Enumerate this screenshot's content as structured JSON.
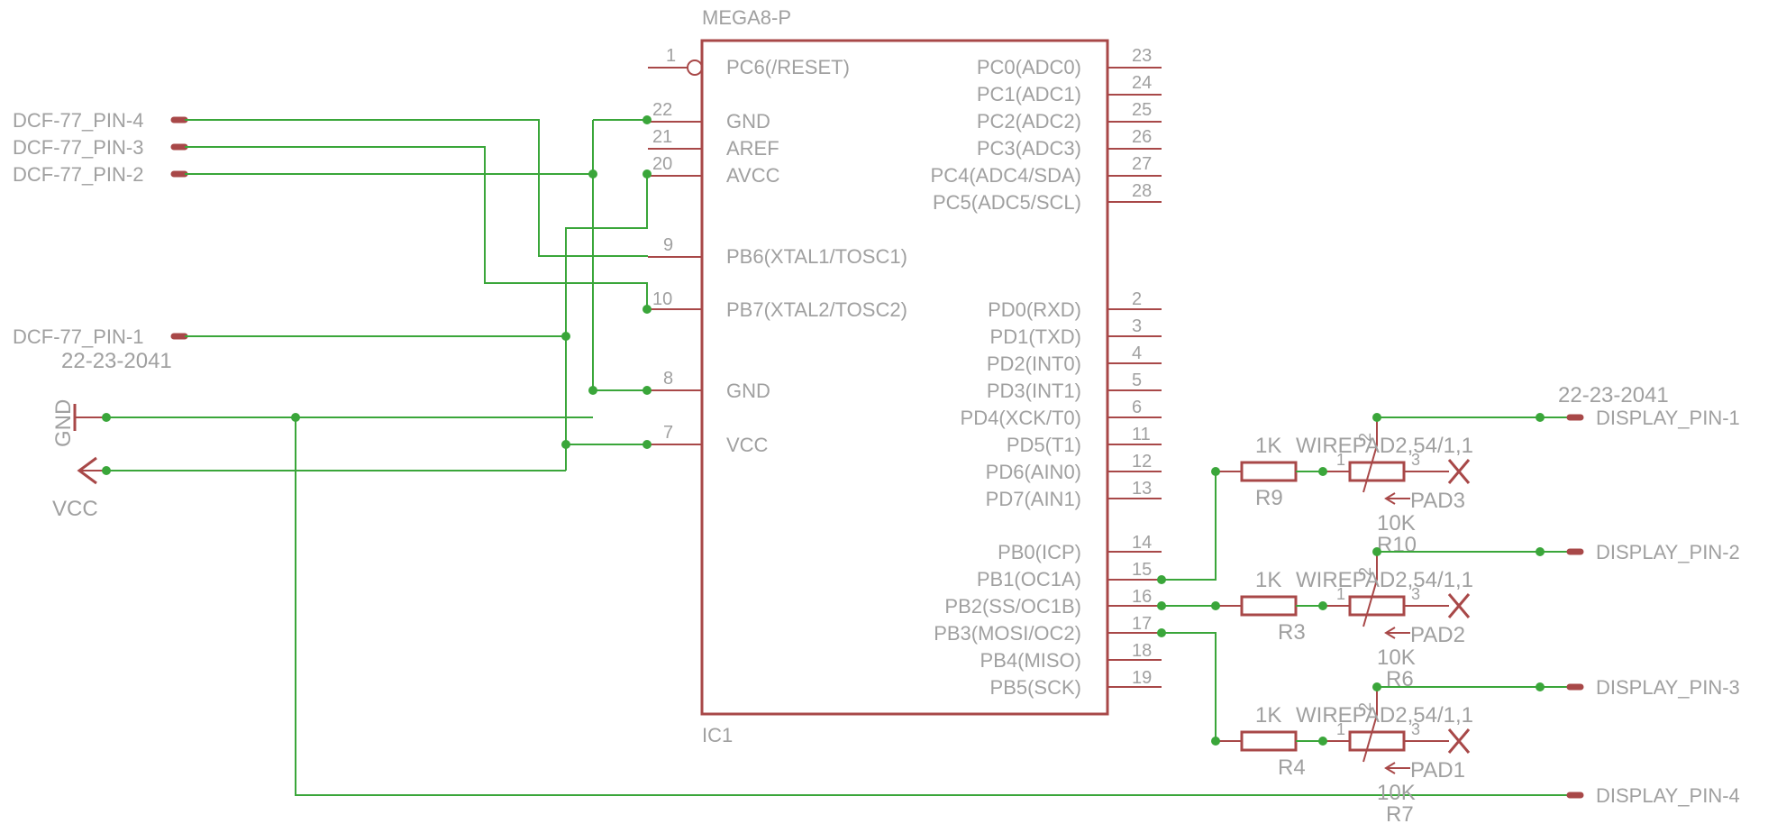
{
  "ic": {
    "part": "MEGA8-P",
    "name": "IC1",
    "left_pins": [
      {
        "num": "1",
        "label": "PC6(/RESET)"
      },
      {
        "num": "22",
        "label": "GND"
      },
      {
        "num": "21",
        "label": "AREF"
      },
      {
        "num": "20",
        "label": "AVCC"
      },
      {
        "num": "9",
        "label": "PB6(XTAL1/TOSC1)"
      },
      {
        "num": "10",
        "label": "PB7(XTAL2/TOSC2)"
      },
      {
        "num": "8",
        "label": "GND"
      },
      {
        "num": "7",
        "label": "VCC"
      }
    ],
    "right_pins": [
      {
        "num": "23",
        "label": "PC0(ADC0)"
      },
      {
        "num": "24",
        "label": "PC1(ADC1)"
      },
      {
        "num": "25",
        "label": "PC2(ADC2)"
      },
      {
        "num": "26",
        "label": "PC3(ADC3)"
      },
      {
        "num": "27",
        "label": "PC4(ADC4/SDA)"
      },
      {
        "num": "28",
        "label": "PC5(ADC5/SCL)"
      },
      {
        "num": "2",
        "label": "PD0(RXD)"
      },
      {
        "num": "3",
        "label": "PD1(TXD)"
      },
      {
        "num": "4",
        "label": "PD2(INT0)"
      },
      {
        "num": "5",
        "label": "PD3(INT1)"
      },
      {
        "num": "6",
        "label": "PD4(XCK/T0)"
      },
      {
        "num": "11",
        "label": "PD5(T1)"
      },
      {
        "num": "12",
        "label": "PD6(AIN0)"
      },
      {
        "num": "13",
        "label": "PD7(AIN1)"
      },
      {
        "num": "14",
        "label": "PB0(ICP)"
      },
      {
        "num": "15",
        "label": "PB1(OC1A)"
      },
      {
        "num": "16",
        "label": "PB2(SS/OC1B)"
      },
      {
        "num": "17",
        "label": "PB3(MOSI/OC2)"
      },
      {
        "num": "18",
        "label": "PB4(MISO)"
      },
      {
        "num": "19",
        "label": "PB5(SCK)"
      }
    ]
  },
  "connectors": {
    "dcf_pin4": "DCF-77_PIN-4",
    "dcf_pin3": "DCF-77_PIN-3",
    "dcf_pin2": "DCF-77_PIN-2",
    "dcf_pin1": "DCF-77_PIN-1",
    "dcf_part": "22-23-2041",
    "display_pin1": "DISPLAY_PIN-1",
    "display_pin2": "DISPLAY_PIN-2",
    "display_pin3": "DISPLAY_PIN-3",
    "display_pin4": "DISPLAY_PIN-4",
    "display_part": "22-23-2041"
  },
  "power": {
    "gnd": "GND",
    "vcc": "VCC"
  },
  "resistors": [
    {
      "name": "R9",
      "value": "1K",
      "pot_pkg": "WIREPAD2,54/1,1",
      "pot_name": "R10",
      "pot_value": "10K",
      "pad": "PAD3"
    },
    {
      "name": "R3",
      "value": "1K",
      "pot_pkg": "WIREPAD2,54/1,1",
      "pot_name": "R6",
      "pot_value": "10K",
      "pad": "PAD2"
    },
    {
      "name": "R4",
      "value": "1K",
      "pot_pkg": "WIREPAD2,54/1,1",
      "pot_name": "R7",
      "pot_value": "10K",
      "pad": "PAD1"
    }
  ],
  "pot_pin_numbers": {
    "p1": "1",
    "p2": "2",
    "p3": "3"
  }
}
